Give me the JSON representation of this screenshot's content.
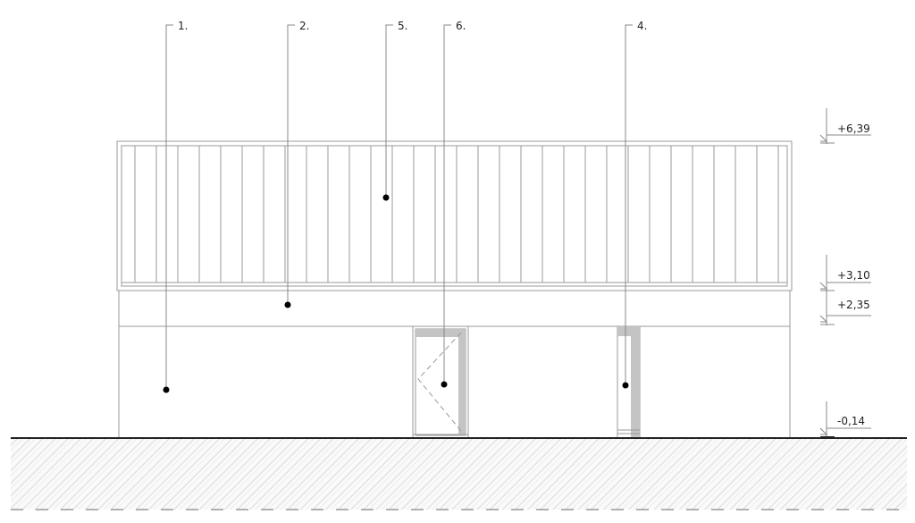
{
  "callouts": [
    {
      "id": "1",
      "label": "1."
    },
    {
      "id": "2",
      "label": "2."
    },
    {
      "id": "5",
      "label": "5."
    },
    {
      "id": "6",
      "label": "6."
    },
    {
      "id": "4",
      "label": "4."
    }
  ],
  "levels": [
    {
      "label": "+6,39"
    },
    {
      "label": "+3,10"
    },
    {
      "label": "+2,35"
    },
    {
      "label": "-0,14"
    }
  ],
  "colors": {
    "line": "#9a9a9a",
    "ground": "#222222",
    "frame_fill": "#c4c4c4",
    "hatch": "#e6e6e6"
  }
}
